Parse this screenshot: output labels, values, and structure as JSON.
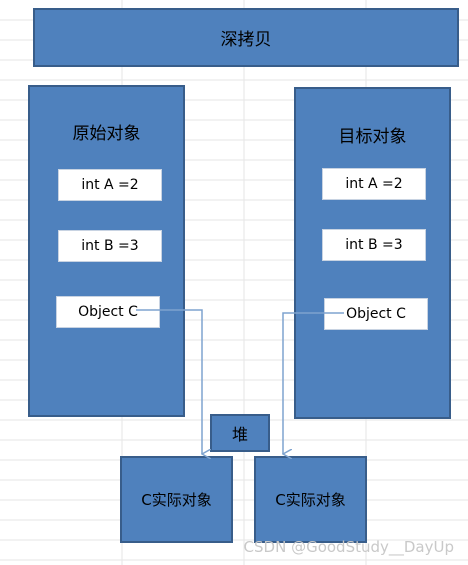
{
  "title": "深拷贝",
  "source": {
    "title": "原始对象",
    "fields": [
      "int A =2",
      "int B =3",
      "Object C"
    ]
  },
  "target": {
    "title": "目标对象",
    "fields": [
      "int A =2",
      "int B =3",
      "Object C"
    ]
  },
  "heap": "堆",
  "objects": [
    "C实际对象",
    "C实际对象"
  ],
  "watermark": "CSDN @GoodStudy__DayUp",
  "colors": {
    "box_fill": "#4f81bd",
    "box_border": "#385d8a",
    "arrow": "#7ea3cf"
  }
}
